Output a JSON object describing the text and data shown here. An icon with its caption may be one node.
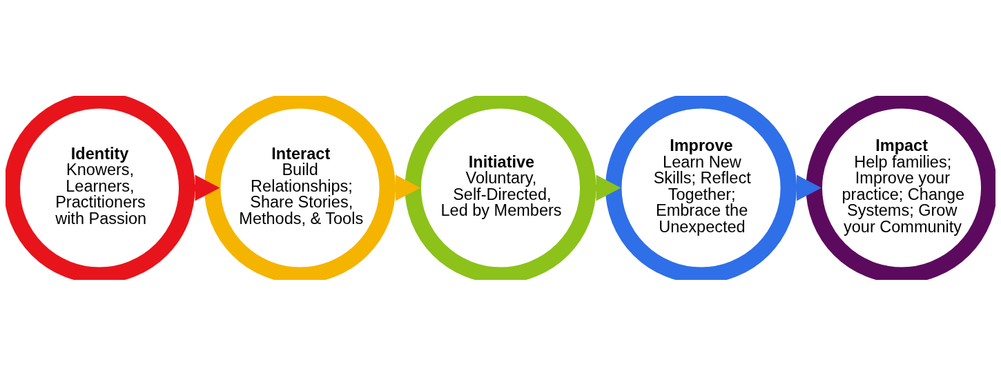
{
  "diagram": {
    "nodes": [
      {
        "text": [
          "Identity",
          "Knowers, Learners, Practitioners with Passion"
        ]
      },
      {
        "text": [
          "Interact",
          "Build Relationships; Share Stories, Methods, & Tools"
        ]
      },
      {
        "text": [
          "Initiative",
          "Voluntary, Self-Directed, Led by Members"
        ]
      },
      {
        "text": [
          "Improve",
          "Learn New Skills; Reflect Together; Embrace the Unexpected"
        ]
      },
      {
        "text": [
          "Impact",
          "Help families; Improve your practice; Change Systems; Grow your Community"
        ]
      }
    ],
    "edges": [
      {
        "from": 0,
        "to": 1,
        "arrow": "to",
        "style": "thick",
        "color": "#e8141b"
      },
      {
        "from": 1,
        "to": 2,
        "arrow": "to",
        "style": "thick",
        "color": "#f5b400"
      },
      {
        "from": 2,
        "to": 3,
        "arrow": "to",
        "style": "thick",
        "color": "#8cc21a"
      },
      {
        "from": 3,
        "to": 4,
        "arrow": "to",
        "style": "thick",
        "color": "#2f6fe8"
      }
    ]
  }
}
